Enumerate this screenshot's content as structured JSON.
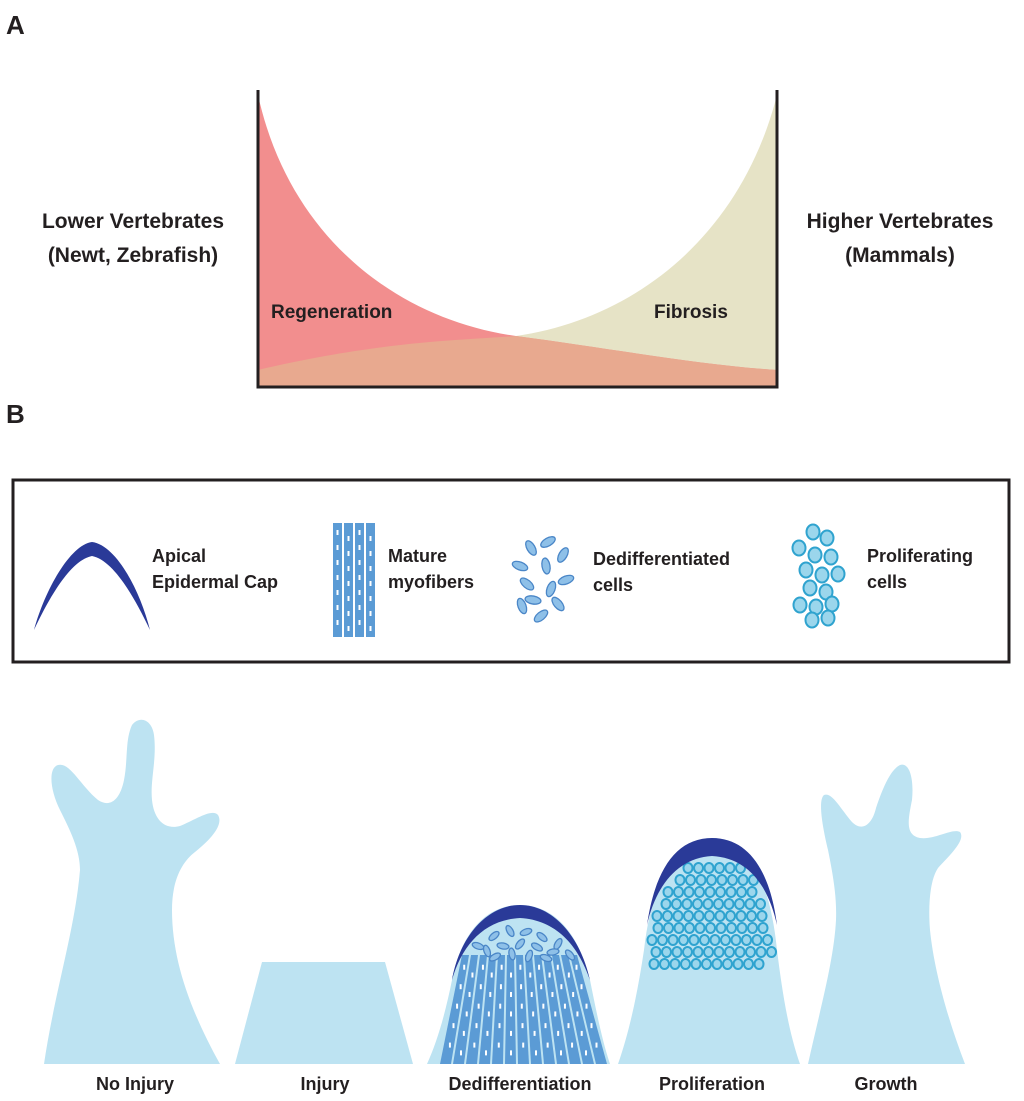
{
  "panel_a": {
    "label": "A",
    "left_label_line1": "Lower Vertebrates",
    "left_label_line2": "(Newt, Zebrafish)",
    "right_label_line1": "Higher Vertebrates",
    "right_label_line2": "(Mammals)",
    "regeneration_label": "Regeneration",
    "fibrosis_label": "Fibrosis",
    "colors": {
      "regeneration": "#f28e8e",
      "fibrosis": "#e6e3c6",
      "overlap": "#e8a98f"
    }
  },
  "panel_b": {
    "label": "B",
    "legend": {
      "cap_line1": "Apical",
      "cap_line2": "Epidermal Cap",
      "myofibers_line1": "Mature",
      "myofibers_line2": "myofibers",
      "dediff_line1": "Dedifferentiated",
      "dediff_line2": "cells",
      "prolif_line1": "Proliferating",
      "prolif_line2": "cells"
    },
    "stages": [
      "No Injury",
      "Injury",
      "Dedifferentiation",
      "Proliferation",
      "Growth"
    ],
    "colors": {
      "limb": "#bde3f2",
      "cap": "#2a3a98",
      "myofiber": "#5b9bd5",
      "prolif_cell": "#2fa3cf"
    }
  }
}
